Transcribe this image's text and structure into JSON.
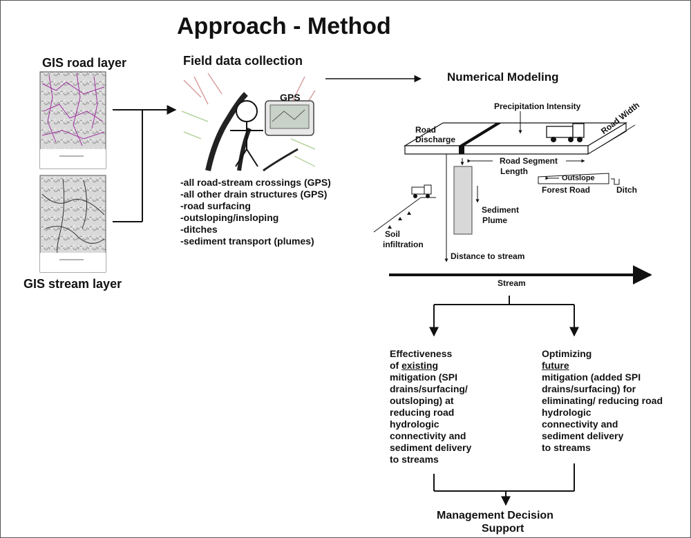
{
  "title": "Approach - Method",
  "gis_road_label": "GIS road layer",
  "gis_stream_label": "GIS stream layer",
  "field": {
    "heading": "Field data collection",
    "gps_label": "GPS",
    "items": [
      "-all road-stream crossings (GPS)",
      "-all other drain structures (GPS)",
      "-road surfacing",
      "-outsloping/insloping",
      "-ditches",
      "-sediment transport (plumes)"
    ]
  },
  "model": {
    "heading": "Numerical Modeling",
    "precip": "Precipitation Intensity",
    "road_discharge_1": "Road",
    "road_discharge_2": "Discharge",
    "road_width": "Road Width",
    "segment_1": "Road Segment",
    "segment_2": "Length",
    "outslope": "Outslope",
    "forest_road": "Forest Road",
    "ditch": "Ditch",
    "sediment_1": "Sediment",
    "sediment_2": "Plume",
    "soil_1": "Soil",
    "soil_2": "infiltration",
    "distance": "Distance to stream",
    "stream": "Stream"
  },
  "outcome_left": {
    "line1": "Effectiveness",
    "line2_pre": "of ",
    "line2_u": "existing",
    "lines": [
      "mitigation (SPI",
      "drains/surfacing/",
      "outsloping) at",
      "reducing road",
      "hydrologic",
      "connectivity and",
      "sediment delivery",
      "to streams"
    ]
  },
  "outcome_right": {
    "line1": "Optimizing",
    "line2_u": "future",
    "lines": [
      "mitigation (added SPI",
      "drains/surfacing) for",
      "eliminating/ reducing road",
      "hydrologic",
      "connectivity and",
      "sediment delivery",
      "to streams"
    ]
  },
  "decision_1": "Management Decision",
  "decision_2": "Support"
}
